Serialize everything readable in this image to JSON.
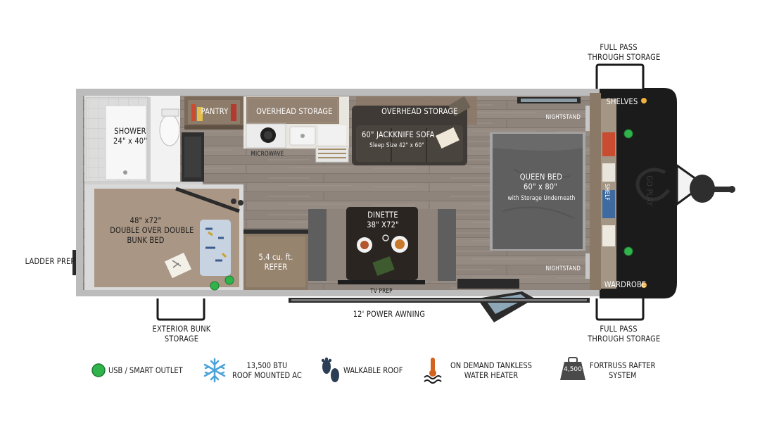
{
  "labels": {
    "full_pass_top": [
      "FULL PASS",
      "THROUGH STORAGE"
    ],
    "shelves": "SHELVES",
    "pantry": "PANTRY",
    "overhead_storage_1": "OVERHEAD STORAGE",
    "overhead_storage_2": "OVERHEAD STORAGE",
    "shower": [
      "SHOWER",
      "24\" x 40\""
    ],
    "microwave": "MICROWAVE",
    "sofa": "60\" JACKKNIFE SOFA",
    "sofa_sleep": "Sleep Size 42\" x 60\"",
    "nightstand_top": "NIGHTSTAND",
    "nightstand_bottom": "NIGHTSTAND",
    "queen_bed": [
      "QUEEN BED",
      "60\" x 80\""
    ],
    "queen_bed_storage": "with Storage Underneath",
    "shelf": "SHELF",
    "bunk": [
      "48\" x72\"",
      "DOUBLE OVER DOUBLE",
      "BUNK BED"
    ],
    "dinette": [
      "DINETTE",
      "38\" X72\""
    ],
    "ladder_prep": "LADDER PREP",
    "refer": [
      "5.4 cu. ft.",
      "REFER"
    ],
    "tv_prep": "TV PREP",
    "wardrobe": "WARDROBE",
    "awning": "12' POWER AWNING",
    "exterior_bunk": [
      "EXTERIOR BUNK",
      "STORAGE"
    ],
    "full_pass_bottom": [
      "FULL PASS",
      "THROUGH STORAGE"
    ],
    "brand_logo": "GO PLAY"
  },
  "legend": [
    {
      "icon": "usb-outlet-icon",
      "text": [
        "USB / SMART OUTLET"
      ]
    },
    {
      "icon": "snowflake-icon",
      "text": [
        "13,500 BTU",
        "ROOF MOUNTED AC"
      ]
    },
    {
      "icon": "footprints-icon",
      "text": [
        "WALKABLE ROOF"
      ]
    },
    {
      "icon": "water-heater-icon",
      "text": [
        "ON DEMAND TANKLESS",
        "WATER HEATER"
      ]
    },
    {
      "icon": "weight-icon",
      "text": [
        "FORTRUSS RAFTER",
        "SYSTEM"
      ],
      "badge": "4,500"
    }
  ],
  "colors": {
    "wall": "#b9b9b9",
    "floor": "#8b8179",
    "cabinet": "#8c7a68",
    "bunk": "#a89585",
    "bed": "#5e5e5e",
    "dark_cap": "#1d1d1d",
    "outlet": "#2fb34a",
    "accent_orange": "#d4621f"
  }
}
